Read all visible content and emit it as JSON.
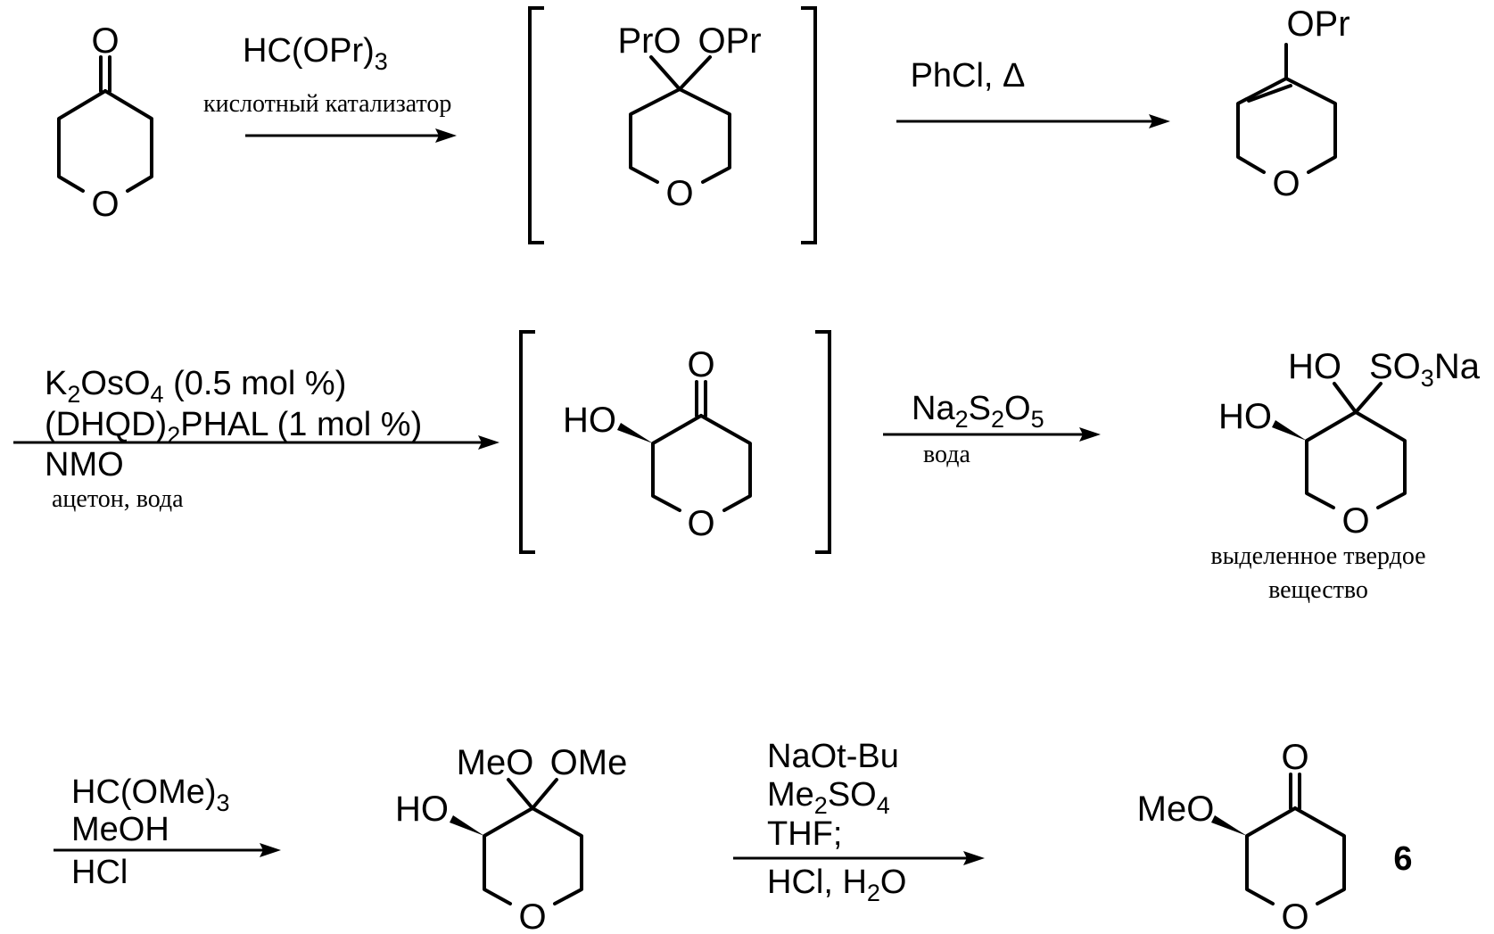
{
  "atoms": {
    "O": "O",
    "PrO": "PrO",
    "OPr": "OPr",
    "HO": "HO",
    "MeO": "MeO",
    "OMe": "OMe",
    "SO3Na_pre": "SO",
    "SO3Na_sub": "3",
    "SO3Na_post": "Na"
  },
  "steps": {
    "step1": {
      "reagent_pre": "HC(OPr)",
      "reagent_sub": "3",
      "note": "кислотный катализатор"
    },
    "step2": {
      "reagent": "PhCl, Δ"
    },
    "step3": {
      "line1_a": "K",
      "line1_a_sub": "2",
      "line1_b": "OsO",
      "line1_b_sub": "4",
      "line1_c": " (0.5 mol %)",
      "line2_a": "(DHQD)",
      "line2_a_sub": "2",
      "line2_b": "PHAL (1 mol %)",
      "line3": "NMO",
      "note": "ацетон, вода"
    },
    "step4": {
      "a": "Na",
      "a_sub": "2",
      "b": "S",
      "b_sub": "2",
      "c": "O",
      "c_sub": "5",
      "note": "вода"
    },
    "step5": {
      "line1_pre": "HC(OMe)",
      "line1_sub": "3",
      "line2": "MeOH",
      "line3": "HCl"
    },
    "step6": {
      "line1": "NaOt-Bu",
      "line2_a": "Me",
      "line2_a_sub": "2",
      "line2_b": "SO",
      "line2_b_sub": "4",
      "line3": "THF;",
      "line4_a": "HCl, H",
      "line4_a_sub": "2",
      "line4_b": "O"
    }
  },
  "product_note": {
    "line1": "выделенное твердое",
    "line2": "вещество"
  },
  "compound_label": "6"
}
